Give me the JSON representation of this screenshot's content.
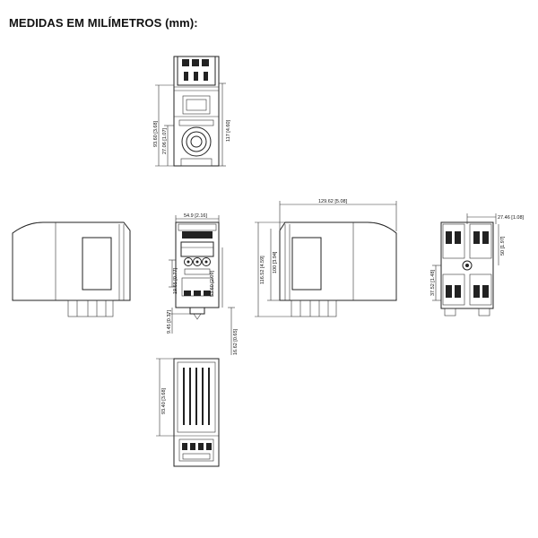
{
  "title": "MEDIDAS EM MILÍMETROS (mm):",
  "dimensions": {
    "top_height_total": "117 [4.60]",
    "top_height_a": "93.60 [3.68]",
    "top_height_b": "27.06 [1.07]",
    "front_width": "54.9 [2.16]",
    "front_h1": "19.65 [0.77]",
    "front_h2": "53.60 [2.09]",
    "front_h3": "9.45 [0.37]",
    "front_h4": "16.62 [0.65]",
    "side_width": "129.62 [5.08]",
    "side_h_total": "116.52 [4.59]",
    "side_h_inner": "100 [3.94]",
    "rear_width": "27.46 [1.08]",
    "rear_h1": "50 [1.97]",
    "rear_h2": "37.52 [1.48]",
    "bottom_height": "93.40 [3.68]"
  }
}
